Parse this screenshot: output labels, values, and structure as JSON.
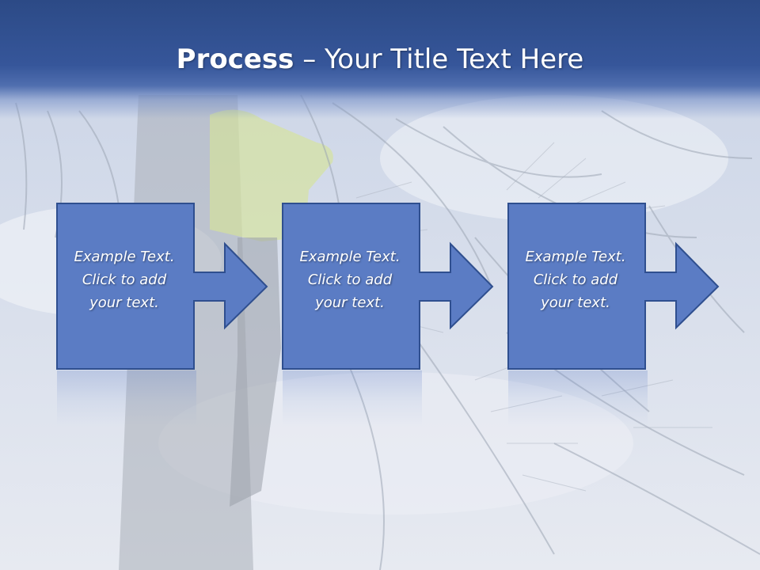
{
  "title": {
    "bold": "Process",
    "separator": " – ",
    "rest": "Your Title Text Here"
  },
  "steps": [
    {
      "line1": "Example Text.",
      "line2": "Click  to add",
      "line3": "your text."
    },
    {
      "line1": "Example Text.",
      "line2": "Click  to add",
      "line3": "your text."
    },
    {
      "line1": "Example Text.",
      "line2": "Click  to add",
      "line3": "your text."
    }
  ],
  "colors": {
    "header": "#2c4a86",
    "box_fill": "#5b7cc4",
    "box_stroke": "#2f4f8f",
    "text": "#ffffff"
  },
  "icons": [
    "arrow-right-icon"
  ]
}
